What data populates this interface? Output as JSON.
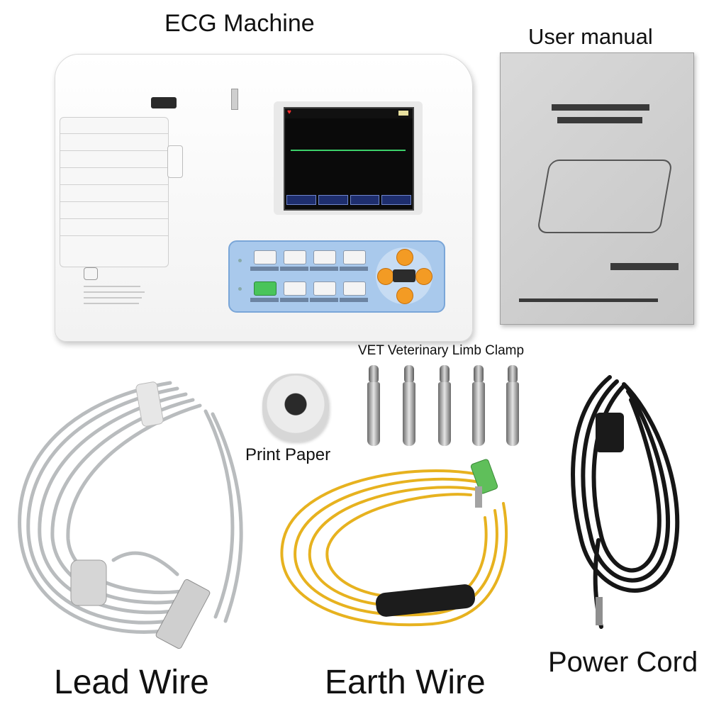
{
  "labels": {
    "ecg_machine": "ECG Machine",
    "user_manual": "User manual",
    "limb_clamp": "VET Veterinary Limb Clamp",
    "print_paper": "Print Paper",
    "lead_wire": "Lead Wire",
    "earth_wire": "Earth Wire",
    "power_cord": "Power Cord"
  },
  "colors": {
    "background": "#ffffff",
    "control_panel": "#a9c9ec",
    "nav_keys": "#f39b24",
    "power_key": "#49c45a",
    "lead_wire": "#b9bcbe",
    "earth_wire": "#e7b21f",
    "power_cord": "#161616"
  }
}
